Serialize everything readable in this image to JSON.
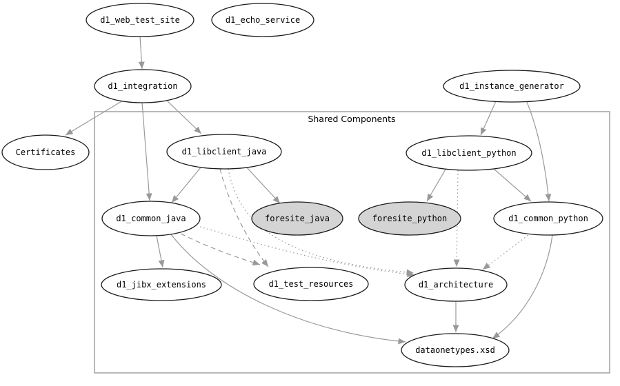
{
  "cluster": {
    "label": "Shared Components"
  },
  "colors": {
    "edge": "#999999",
    "node_border": "#1a1a1a",
    "node_fill_default": "#ffffff",
    "node_fill_highlight": "#d4d4d4",
    "cluster_border": "#9a9a9a",
    "text": "#000000",
    "background": "#ffffff"
  },
  "nodes": [
    {
      "id": "d1_web_test_site",
      "label": "d1_web_test_site",
      "fill": "default",
      "in_cluster": false
    },
    {
      "id": "d1_echo_service",
      "label": "d1_echo_service",
      "fill": "default",
      "in_cluster": false
    },
    {
      "id": "d1_integration",
      "label": "d1_integration",
      "fill": "default",
      "in_cluster": false
    },
    {
      "id": "d1_instance_generator",
      "label": "d1_instance_generator",
      "fill": "default",
      "in_cluster": false
    },
    {
      "id": "Certificates",
      "label": "Certificates",
      "fill": "default",
      "in_cluster": false
    },
    {
      "id": "d1_libclient_java",
      "label": "d1_libclient_java",
      "fill": "default",
      "in_cluster": true
    },
    {
      "id": "d1_libclient_python",
      "label": "d1_libclient_python",
      "fill": "default",
      "in_cluster": true
    },
    {
      "id": "d1_common_java",
      "label": "d1_common_java",
      "fill": "default",
      "in_cluster": true
    },
    {
      "id": "foresite_java",
      "label": "foresite_java",
      "fill": "highlight",
      "in_cluster": true
    },
    {
      "id": "foresite_python",
      "label": "foresite_python",
      "fill": "highlight",
      "in_cluster": true
    },
    {
      "id": "d1_common_python",
      "label": "d1_common_python",
      "fill": "default",
      "in_cluster": true
    },
    {
      "id": "d1_jibx_extensions",
      "label": "d1_jibx_extensions",
      "fill": "default",
      "in_cluster": true
    },
    {
      "id": "d1_test_resources",
      "label": "d1_test_resources",
      "fill": "default",
      "in_cluster": true
    },
    {
      "id": "d1_architecture",
      "label": "d1_architecture",
      "fill": "default",
      "in_cluster": true
    },
    {
      "id": "dataonetypes.xsd",
      "label": "dataonetypes.xsd",
      "fill": "default",
      "in_cluster": true
    }
  ],
  "edges": [
    {
      "from": "d1_web_test_site",
      "to": "d1_integration",
      "style": "solid"
    },
    {
      "from": "d1_integration",
      "to": "Certificates",
      "style": "solid"
    },
    {
      "from": "d1_integration",
      "to": "d1_libclient_java",
      "style": "solid"
    },
    {
      "from": "d1_integration",
      "to": "d1_common_java",
      "style": "solid"
    },
    {
      "from": "d1_instance_generator",
      "to": "d1_libclient_python",
      "style": "solid"
    },
    {
      "from": "d1_instance_generator",
      "to": "d1_common_python",
      "style": "solid"
    },
    {
      "from": "d1_libclient_java",
      "to": "d1_common_java",
      "style": "solid"
    },
    {
      "from": "d1_libclient_java",
      "to": "foresite_java",
      "style": "solid"
    },
    {
      "from": "d1_libclient_java",
      "to": "d1_test_resources",
      "style": "dashed"
    },
    {
      "from": "d1_libclient_java",
      "to": "d1_architecture",
      "style": "dotted"
    },
    {
      "from": "d1_common_java",
      "to": "d1_test_resources",
      "style": "dashed"
    },
    {
      "from": "d1_common_java",
      "to": "d1_architecture",
      "style": "dotted"
    },
    {
      "from": "d1_common_java",
      "to": "d1_jibx_extensions",
      "style": "solid"
    },
    {
      "from": "d1_common_java",
      "to": "dataonetypes.xsd",
      "style": "solid"
    },
    {
      "from": "d1_libclient_python",
      "to": "foresite_python",
      "style": "solid"
    },
    {
      "from": "d1_libclient_python",
      "to": "d1_common_python",
      "style": "solid"
    },
    {
      "from": "d1_libclient_python",
      "to": "d1_architecture",
      "style": "dotted"
    },
    {
      "from": "d1_common_python",
      "to": "d1_architecture",
      "style": "dotted"
    },
    {
      "from": "d1_common_python",
      "to": "dataonetypes.xsd",
      "style": "solid"
    },
    {
      "from": "d1_architecture",
      "to": "dataonetypes.xsd",
      "style": "solid"
    }
  ]
}
